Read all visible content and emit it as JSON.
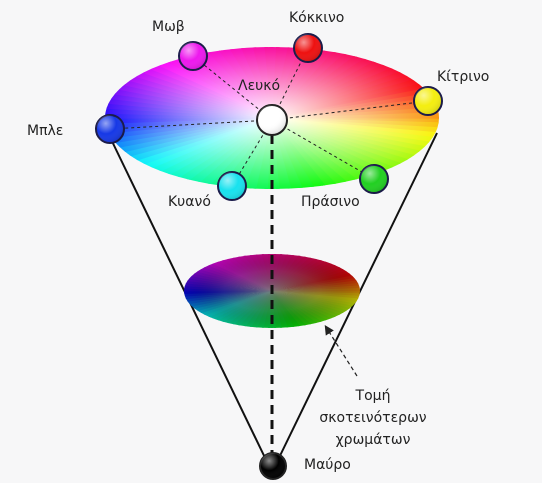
{
  "labels": {
    "white": "Λευκό",
    "red": "Κόκκινο",
    "yellow": "Κίτρινο",
    "green": "Πράσινο",
    "cyan": "Κυανό",
    "blue": "Μπλε",
    "magenta": "Μωβ",
    "black": "Μαύρο",
    "section_line1": "Τομή σκοτεινότερων",
    "section_line2": "χρωμάτων"
  },
  "colors": {
    "red": "#ee1111",
    "yellow": "#f4ee10",
    "green": "#22d022",
    "cyan": "#18e2ee",
    "blue": "#1638e6",
    "magenta": "#ee18ee",
    "white": "#ffffff",
    "black": "#000000"
  }
}
